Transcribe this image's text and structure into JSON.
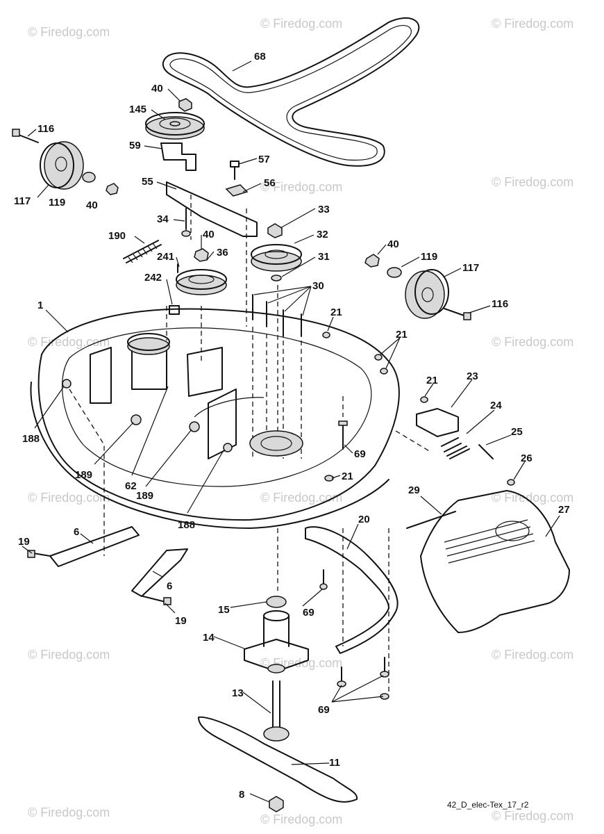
{
  "watermark": "© Firedog.com",
  "drawing_code": "42_D_elec-Tex_17_r2",
  "callouts": {
    "p68": "68",
    "p40a": "40",
    "p145": "145",
    "p59": "59",
    "p116a": "116",
    "p117a": "117",
    "p119a": "119",
    "p40b": "40",
    "p57": "57",
    "p55": "55",
    "p56": "56",
    "p33": "33",
    "p34": "34",
    "p190": "190",
    "p40c": "40",
    "p36": "36",
    "p32": "32",
    "p241": "241",
    "p31": "31",
    "p40d": "40",
    "p119b": "119",
    "p117b": "117",
    "p242": "242",
    "p30": "30",
    "p116b": "116",
    "p1": "1",
    "p21a": "21",
    "p21b": "21",
    "p21c": "21",
    "p23": "23",
    "p24": "24",
    "p25": "25",
    "p188a": "188",
    "p69a": "69",
    "p26": "26",
    "p189a": "189",
    "p62": "62",
    "p21d": "21",
    "p189b": "189",
    "p29": "29",
    "p27": "27",
    "p188b": "188",
    "p20": "20",
    "p19a": "19",
    "p6a": "6",
    "p6b": "6",
    "p19b": "19",
    "p15": "15",
    "p69b": "69",
    "p14": "14",
    "p13": "13",
    "p69c": "69",
    "p11": "11",
    "p8": "8"
  }
}
